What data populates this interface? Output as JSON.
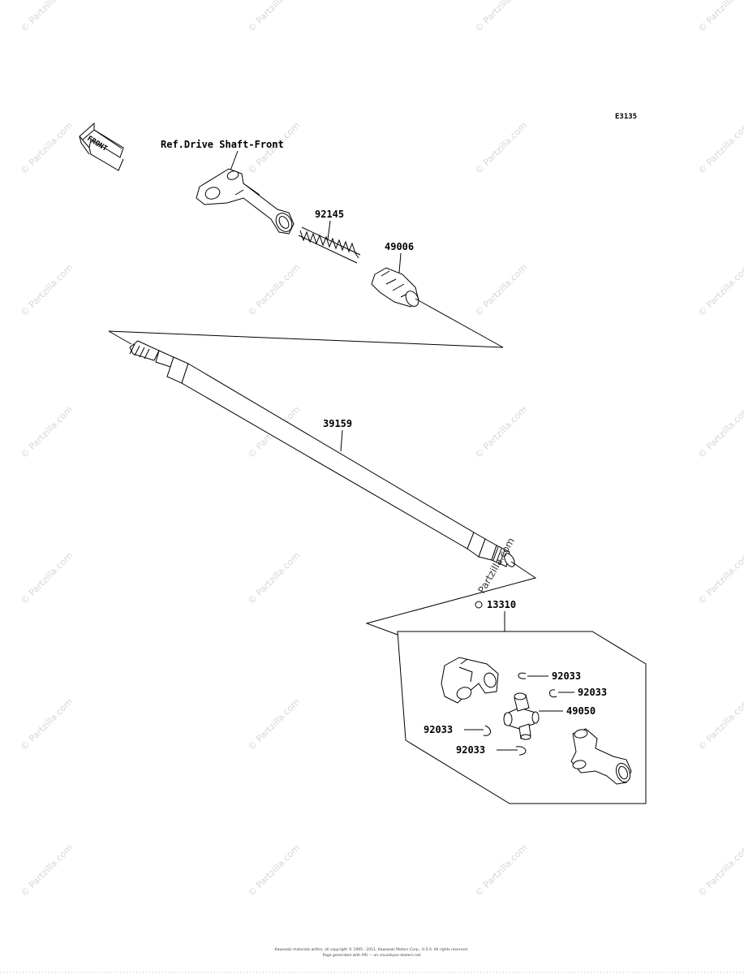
{
  "diagram": {
    "code": "E3135",
    "reference": "Ref.Drive Shaft-Front",
    "front_label": "FRONT",
    "parts": {
      "p92145": "92145",
      "p49006": "49006",
      "p39159": "39159",
      "p13310": "13310",
      "p92033_a": "92033",
      "p92033_b": "92033",
      "p49050": "49050",
      "p92033_c": "92033",
      "p92033_d": "92033"
    },
    "assembly_marker": "©"
  },
  "watermark": {
    "text": "© Partzilla.com",
    "text_center": "Partzilla.com"
  },
  "footer": {
    "copyright_line1": "Kawasaki materials within, all copyright © 1995 - 2011, Kawasaki Motors Corp., U.S.A. All rights reserved.",
    "copyright_line2": "Page generated with ARI — ari.visualeyes-dealers.net"
  }
}
